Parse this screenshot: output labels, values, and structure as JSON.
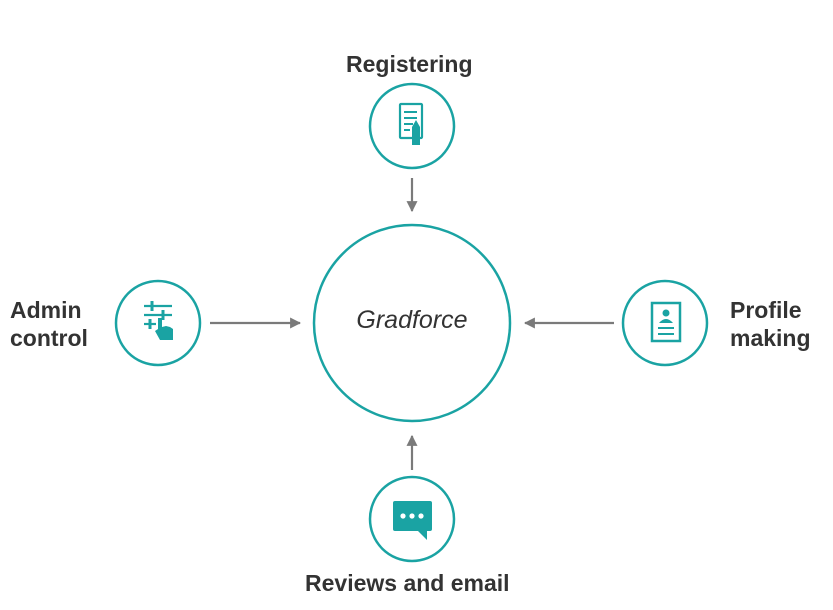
{
  "center": {
    "label": "Gradforce"
  },
  "nodes": {
    "top": {
      "label": "Registering",
      "icon": "document-pencil-icon"
    },
    "left": {
      "line1": "Admin",
      "line2": "control",
      "icon": "sliders-hand-icon"
    },
    "right": {
      "line1": "Profile",
      "line2": "making",
      "icon": "id-card-icon"
    },
    "bottom": {
      "label": "Reviews and email",
      "icon": "chat-bubble-icon"
    }
  },
  "colors": {
    "accent": "#1aa3a3",
    "arrow": "#7a7a7a",
    "text": "#333333"
  }
}
